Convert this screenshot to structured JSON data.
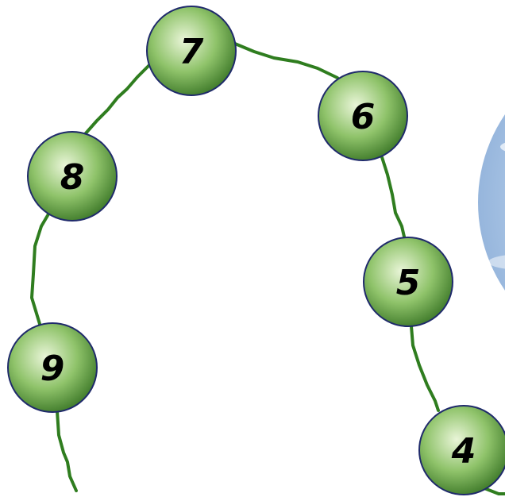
{
  "colors": {
    "vine": "#2f7d1f",
    "node_fill_light": "#e9f5d8",
    "node_fill_mid": "#8fc36a",
    "node_fill_dark": "#3f7a2a",
    "node_border": "#1f2a6b",
    "sky_light": "#eef4fb",
    "sky_mid": "#b9d1ec",
    "sky_dark": "#8fb0d9"
  },
  "nodes": [
    {
      "id": "node-9",
      "label": "9"
    },
    {
      "id": "node-8",
      "label": "8"
    },
    {
      "id": "node-7",
      "label": "7"
    },
    {
      "id": "node-6",
      "label": "6"
    },
    {
      "id": "node-5",
      "label": "5"
    },
    {
      "id": "node-4",
      "label": "4"
    }
  ]
}
